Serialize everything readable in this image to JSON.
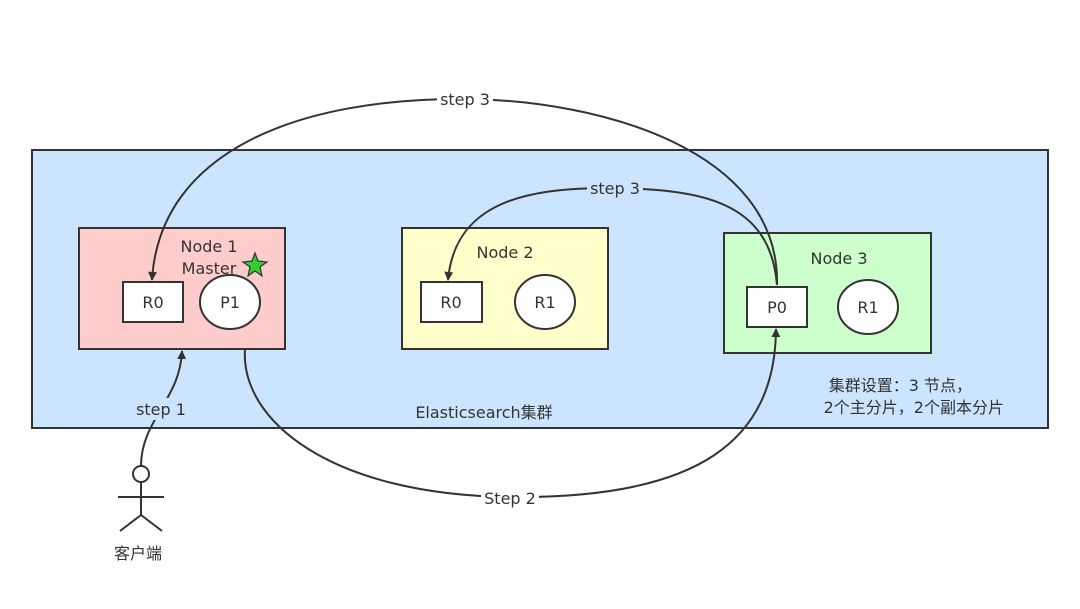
{
  "cluster": {
    "label": "Elasticsearch集群",
    "fill": "#cce5ff",
    "note_line1": "集群设置：3 节点，",
    "note_line2": "2个主分片，2个副本分片"
  },
  "nodes": [
    {
      "title": "Node 1",
      "subtitle": "Master",
      "fill": "#ffcccc",
      "is_master": true,
      "shards": [
        {
          "label": "R0",
          "shape": "rect"
        },
        {
          "label": "P1",
          "shape": "ellipse"
        }
      ]
    },
    {
      "title": "Node 2",
      "fill": "#ffffcc",
      "shards": [
        {
          "label": "R0",
          "shape": "rect"
        },
        {
          "label": "R1",
          "shape": "ellipse"
        }
      ]
    },
    {
      "title": "Node 3",
      "fill": "#ccffcc",
      "shards": [
        {
          "label": "P0",
          "shape": "rect"
        },
        {
          "label": "R1",
          "shape": "ellipse"
        }
      ]
    }
  ],
  "master_star_color": "#33cc33",
  "client": {
    "label": "客户端",
    "icon": "person-icon"
  },
  "steps": [
    {
      "label": "step 1",
      "from": "client",
      "to": "Node 1"
    },
    {
      "label": "Step 2",
      "from": "Node 1 P1",
      "to": "Node 3 P0"
    },
    {
      "label": "step 3",
      "from": "Node 3 P0",
      "to": "Node 1 R0"
    },
    {
      "label": "step 3",
      "from": "Node 3 P0",
      "to": "Node 2 R0"
    }
  ]
}
